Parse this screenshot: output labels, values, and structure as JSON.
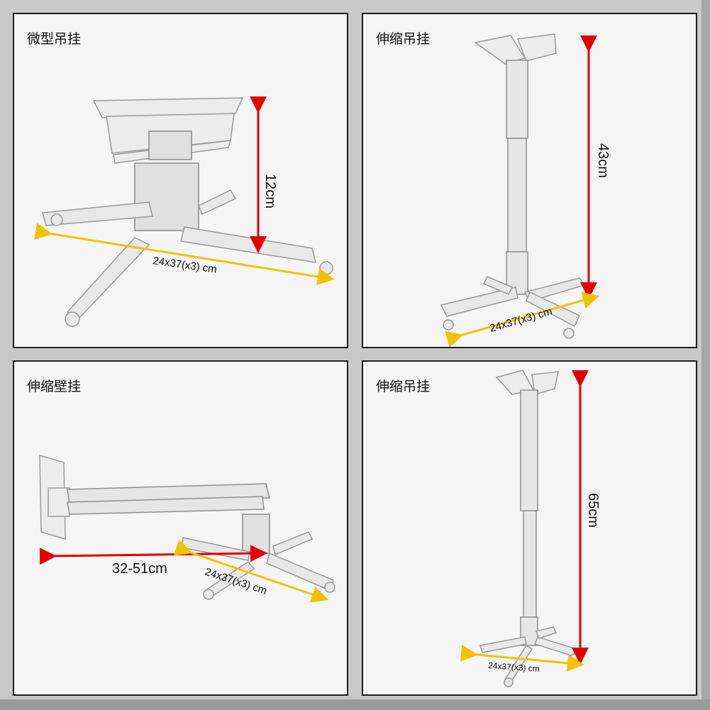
{
  "panels": [
    {
      "title": "微型吊挂",
      "height_label": "12cm",
      "base_label": "24x37(x3) cm"
    },
    {
      "title": "伸缩吊挂",
      "height_label": "43cm",
      "base_label": "24x37(x3) cm"
    },
    {
      "title": "伸缩壁挂",
      "length_label": "32-51cm",
      "base_label": "24x37(x3) cm"
    },
    {
      "title": "伸缩吊挂",
      "height_label": "65cm",
      "base_label": "24x37(x3) cm"
    }
  ],
  "colors": {
    "measure_red": "#e10000",
    "measure_yellow": "#f2c200",
    "metal": "#e6e6e6"
  }
}
